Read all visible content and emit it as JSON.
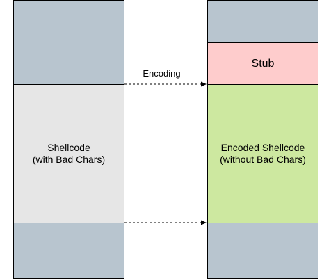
{
  "colors": {
    "memory_block": "#b8c5cf",
    "shellcode_block": "#e6e6e6",
    "stub_block": "#fecccc",
    "encoded_block": "#cde8a0",
    "border": "#000000"
  },
  "left_column": {
    "shellcode_label_line1": "Shellcode",
    "shellcode_label_line2": "(with Bad Chars)"
  },
  "right_column": {
    "stub_label": "Stub",
    "encoded_label_line1": "Encoded Shellcode",
    "encoded_label_line2": "(without Bad Chars)"
  },
  "arrow_label": "Encoding"
}
